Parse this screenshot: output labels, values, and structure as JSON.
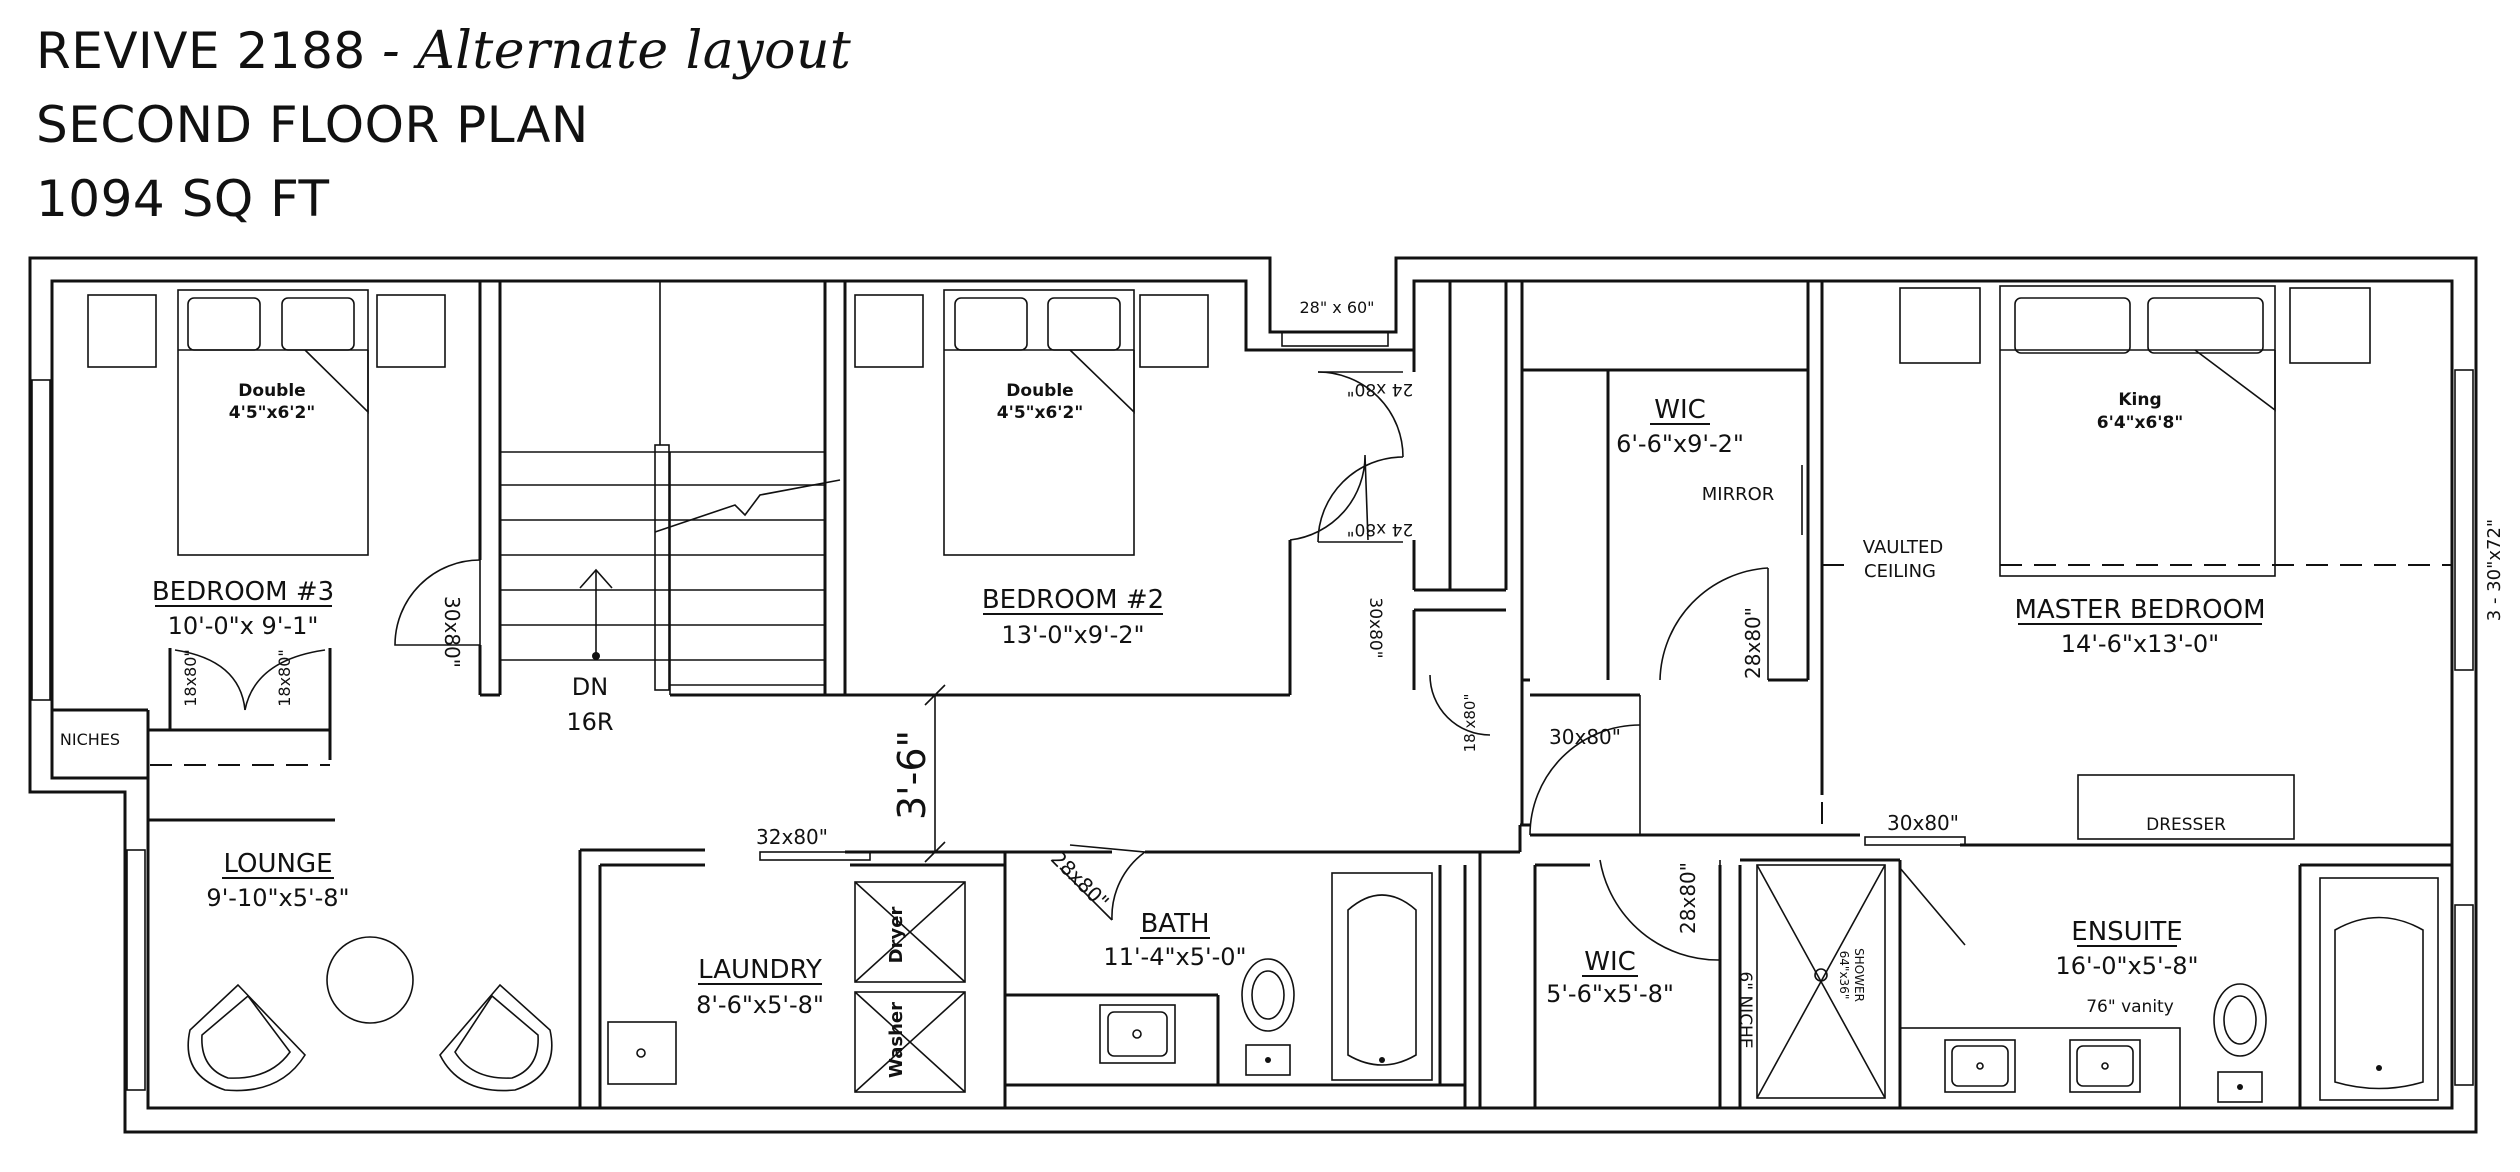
{
  "header": {
    "project": "REVIVE 2188",
    "subtitle": "- Alternate layout",
    "floor": "SECOND FLOOR PLAN",
    "area": "1094 SQ FT"
  },
  "rooms": {
    "bedroom3": {
      "name": "BEDROOM #3",
      "dims": "10'-0\"x 9'-1\""
    },
    "bedroom2": {
      "name": "BEDROOM #2",
      "dims": "13'-0\"x9'-2\""
    },
    "wic_top": {
      "name": "WIC",
      "dims": "6'-6\"x9'-2\""
    },
    "master": {
      "name": "MASTER BEDROOM",
      "dims": "14'-6\"x13'-0\""
    },
    "lounge": {
      "name": "LOUNGE",
      "dims": "9'-10\"x5'-8\""
    },
    "laundry": {
      "name": "LAUNDRY",
      "dims": "8'-6\"x5'-8\""
    },
    "bath": {
      "name": "BATH",
      "dims": "11'-4\"x5'-0\""
    },
    "wic_bottom": {
      "name": "WIC",
      "dims": "5'-6\"x5'-8\""
    },
    "ensuite": {
      "name": "ENSUITE",
      "dims": "16'-0\"x5'-8\""
    }
  },
  "beds": {
    "bed3": {
      "type": "Double",
      "size": "4'5\"x6'2\""
    },
    "bed2": {
      "type": "Double",
      "size": "4'5\"x6'2\""
    },
    "master": {
      "type": "King",
      "size": "6'4\"x6'8\""
    }
  },
  "stairs": {
    "direction": "DN",
    "risers": "16R"
  },
  "labels": {
    "niches": "NICHES",
    "mirror": "MIRROR",
    "vaulted1": "VAULTED",
    "vaulted2": "CEILING",
    "dresser": "DRESSER",
    "vanity": "76\" vanity",
    "niche6": "6\" NICHE",
    "shower1": "64\"x36\"",
    "shower2": "SHOWER",
    "dryer": "Dryer",
    "washer": "Washer",
    "hall_width": "3'-6\""
  },
  "doors": {
    "b3": "30x80\"",
    "closet_l": "18x80\"",
    "closet_r": "18x80\"",
    "linen_top": "24 x80\"",
    "linen_mid": "24 x80\"",
    "b2": "30x80\"",
    "small": "18 x80\"",
    "wic_door": "30x80\"",
    "wic_top": "28x80\"",
    "laundry": "32x80\"",
    "bath": "28x80\"",
    "wic_bottom": "28x80\"",
    "ensuite": "30x80\""
  },
  "windows": {
    "top": "28\" x 60\"",
    "right": "3 - 30\"x72\""
  }
}
